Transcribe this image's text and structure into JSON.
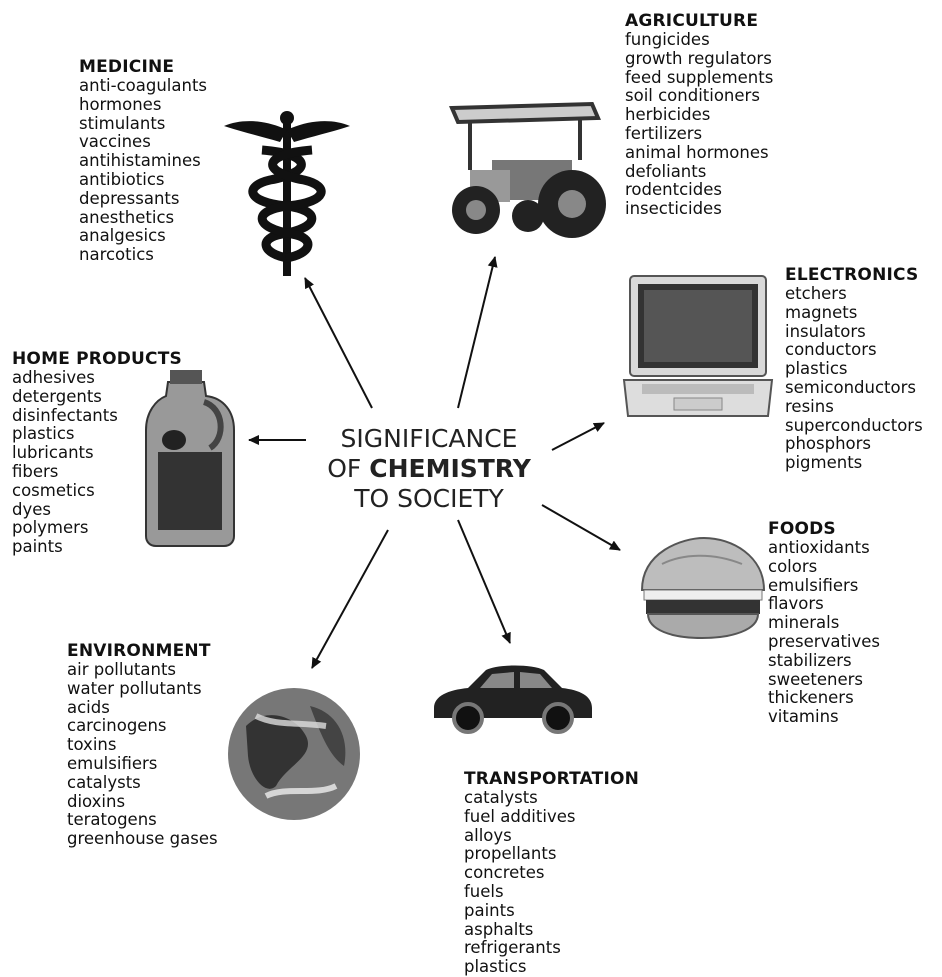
{
  "center": {
    "line1": "SIGNIFICANCE",
    "line2_prefix": "OF ",
    "line2_bold": "CHEMISTRY",
    "line3": "TO SOCIETY"
  },
  "categories": {
    "medicine": {
      "title": "MEDICINE",
      "items": [
        "anti-coagulants",
        "hormones",
        "stimulants",
        "vaccines",
        "antihistamines",
        "antibiotics",
        "depressants",
        "anesthetics",
        "analgesics",
        "narcotics"
      ]
    },
    "agriculture": {
      "title": "AGRICULTURE",
      "items": [
        "fungicides",
        "growth regulators",
        "feed supplements",
        "soil conditioners",
        "herbicides",
        "fertilizers",
        "animal hormones",
        "defoliants",
        "rodentcides",
        "insecticides"
      ]
    },
    "electronics": {
      "title": "ELECTRONICS",
      "items": [
        "etchers",
        "magnets",
        "insulators",
        "conductors",
        "plastics",
        "semiconductors",
        "resins",
        "superconductors",
        "phosphors",
        "pigments"
      ]
    },
    "home_products": {
      "title": "HOME PRODUCTS",
      "items": [
        "adhesives",
        "detergents",
        "disinfectants",
        "plastics",
        "lubricants",
        "fibers",
        "cosmetics",
        "dyes",
        "polymers",
        "paints"
      ]
    },
    "foods": {
      "title": "FOODS",
      "items": [
        "antioxidants",
        "colors",
        "emulsifiers",
        "flavors",
        "minerals",
        "preservatives",
        "stabilizers",
        "sweeteners",
        "thickeners",
        "vitamins"
      ]
    },
    "environment": {
      "title": "ENVIRONMENT",
      "items": [
        "air pollutants",
        "water pollutants",
        "acids",
        "carcinogens",
        "toxins",
        "emulsifiers",
        "catalysts",
        "dioxins",
        "teratogens",
        "greenhouse gases"
      ]
    },
    "transportation": {
      "title": "TRANSPORTATION",
      "items": [
        "catalysts",
        "fuel additives",
        "alloys",
        "propellants",
        "concretes",
        "fuels",
        "paints",
        "asphalts",
        "refrigerants",
        "plastics"
      ]
    }
  },
  "icons": [
    "caduceus-icon",
    "tractor-icon",
    "laptop-icon",
    "detergent-bottle-icon",
    "hamburger-icon",
    "earth-globe-icon",
    "car-icon"
  ],
  "colors": {
    "text": "#111111",
    "arrow": "#111111"
  }
}
